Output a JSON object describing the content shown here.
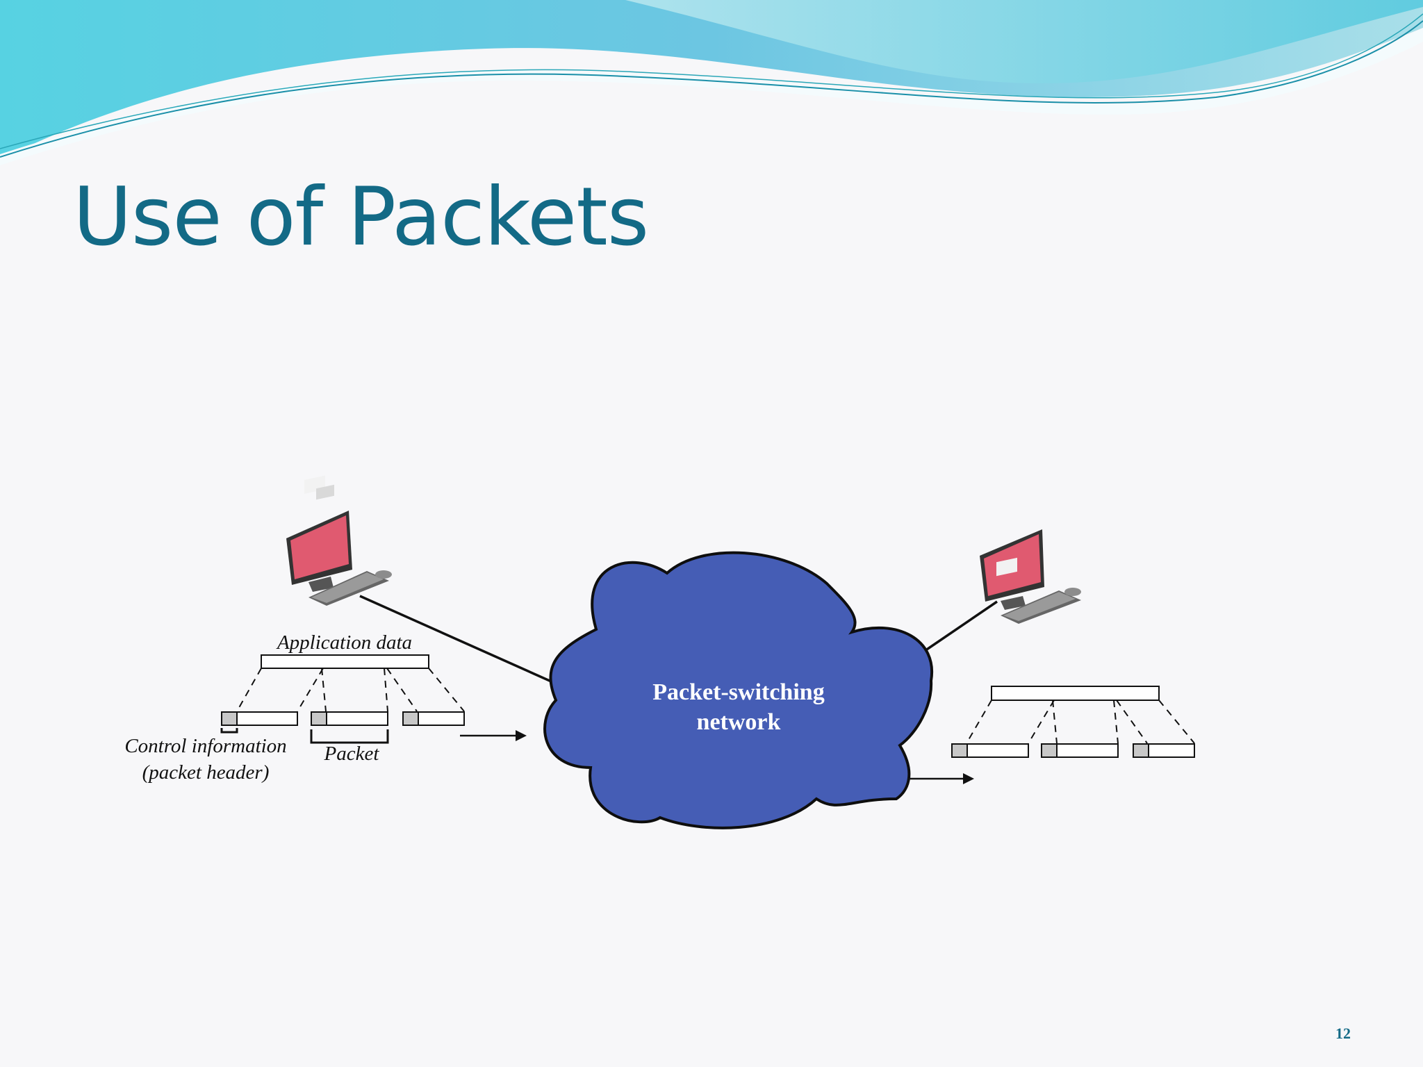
{
  "slide": {
    "title": "Use of Packets",
    "page_number": "12"
  },
  "diagram": {
    "labels": {
      "application_data": "Application data",
      "control_information": "Control information",
      "packet_header": "(packet header)",
      "packet": "Packet",
      "network_line1": "Packet-switching",
      "network_line2": "network"
    }
  },
  "colors": {
    "title": "#136a86",
    "cloud_fill": "#455db5",
    "header_fill": "#c8c8c8",
    "monitor_screen": "#e05a70"
  }
}
